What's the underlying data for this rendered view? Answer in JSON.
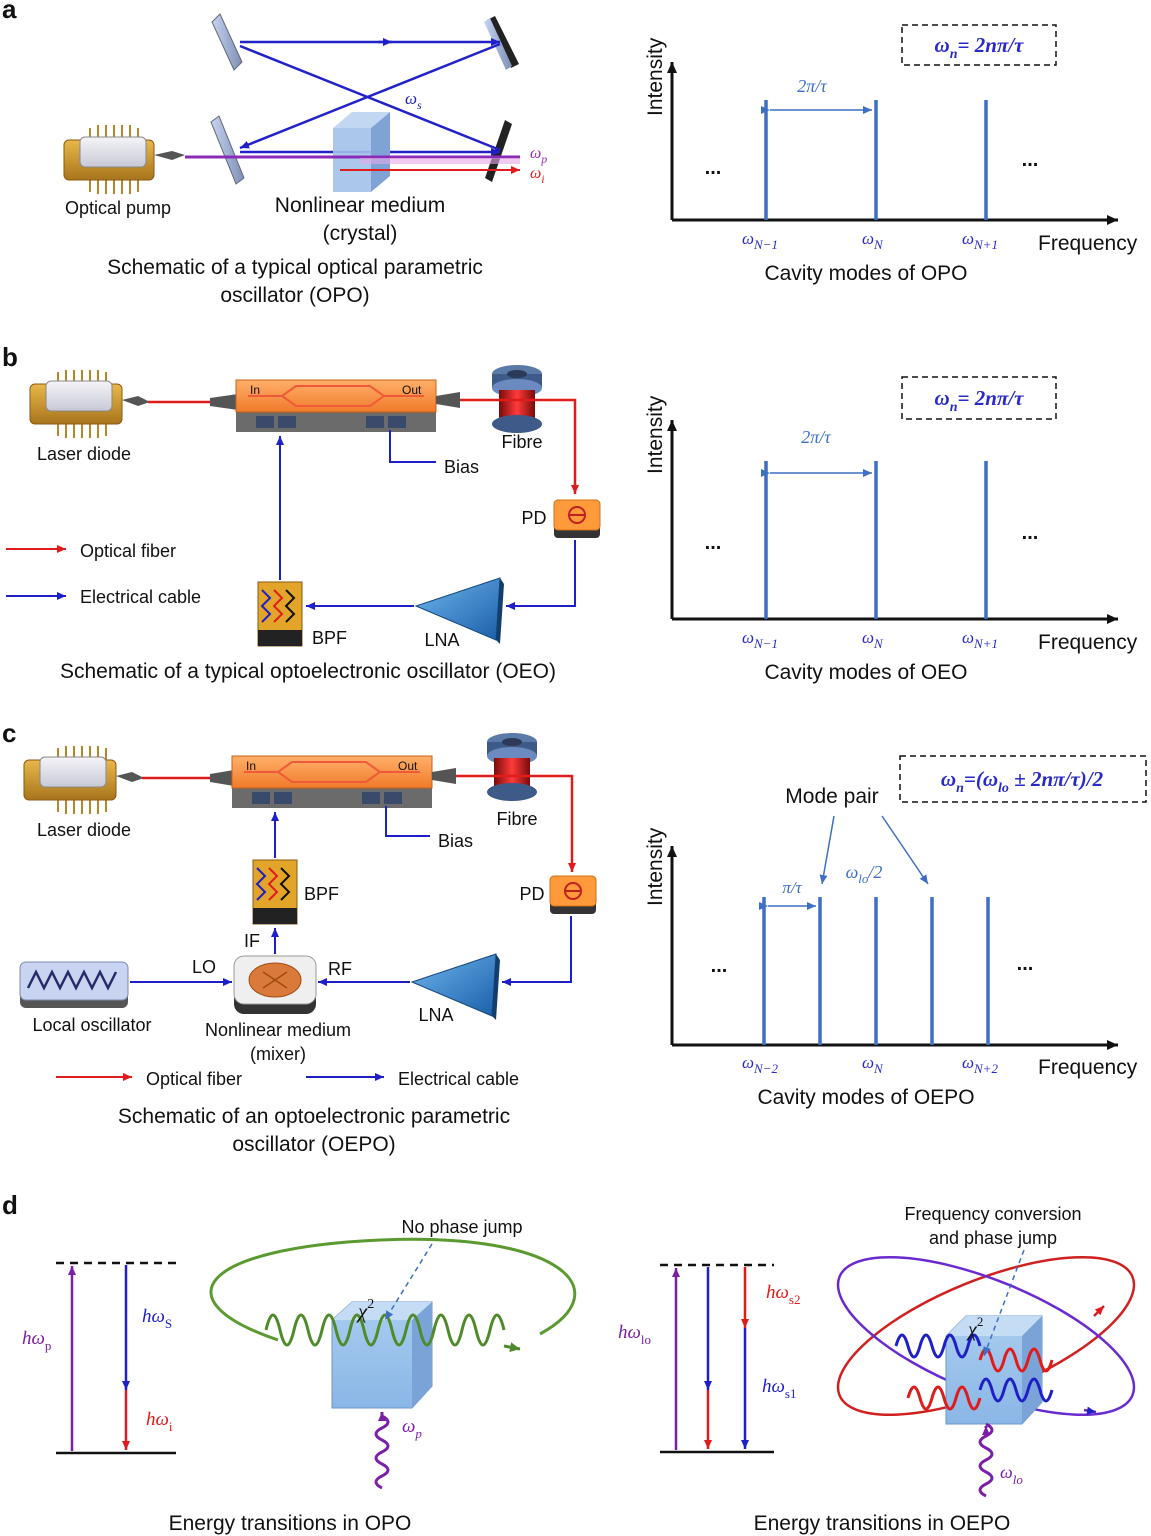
{
  "panels": {
    "a": {
      "letter": "a",
      "omega_s": "ω",
      "omega_s_sub": "s",
      "omega_p": "ω",
      "omega_p_sub": "p",
      "omega_i": "ω",
      "omega_i_sub": "i",
      "pump_label": "Optical pump",
      "medium_label_1": "Nonlinear medium",
      "medium_label_2": "(crystal)",
      "caption_1": "Schematic of a typical optical parametric",
      "caption_2": "oscillator (OPO)",
      "formula": "ωn= 2nπ/τ",
      "ylabel": "Intensity",
      "xlabel": "Frequency",
      "spacing": "2π/τ",
      "ellipsis_left": "...",
      "ellipsis_right": "...",
      "ticks": [
        {
          "base": "ω",
          "sub": "N−1"
        },
        {
          "base": "ω",
          "sub": "N"
        },
        {
          "base": "ω",
          "sub": "N+1"
        }
      ],
      "chart_caption": "Cavity modes of OPO"
    },
    "b": {
      "letter": "b",
      "laser_label": "Laser diode",
      "mod_in": "In",
      "mod_out": "Out",
      "bias": "Bias",
      "fibre": "Fibre",
      "pd": "PD",
      "legend_optical": "Optical fiber",
      "legend_electrical": "Electrical cable",
      "bpf": "BPF",
      "lna": "LNA",
      "caption": "Schematic of a typical optoelectronic oscillator (OEO)",
      "formula": "ωn= 2nπ/τ",
      "ylabel": "Intensity",
      "xlabel": "Frequency",
      "spacing": "2π/τ",
      "ellipsis_left": "...",
      "ellipsis_right": "...",
      "ticks": [
        {
          "base": "ω",
          "sub": "N−1"
        },
        {
          "base": "ω",
          "sub": "N"
        },
        {
          "base": "ω",
          "sub": "N+1"
        }
      ],
      "chart_caption": "Cavity modes of OEO"
    },
    "c": {
      "letter": "c",
      "laser_label": "Laser diode",
      "mod_in": "In",
      "mod_out": "Out",
      "bias": "Bias",
      "fibre": "Fibre",
      "pd": "PD",
      "bpf": "BPF",
      "if": "IF",
      "lo": "LO",
      "rf": "RF",
      "lna": "LNA",
      "local_osc": "Local oscillator",
      "mixer_1": "Nonlinear medium",
      "mixer_2": "(mixer)",
      "legend_optical": "Optical fiber",
      "legend_electrical": "Electrical cable",
      "caption_1": "Schematic of an optoelectronic parametric",
      "caption_2": "oscillator (OEPO)",
      "formula": "ωn=(ωlo ± 2nπ/τ)/2",
      "mode_pair": "Mode pair",
      "half_spacing": "π/τ",
      "lo_half": "ωlo/2",
      "ylabel": "Intensity",
      "xlabel": "Frequency",
      "ellipsis_left": "...",
      "ellipsis_right": "...",
      "ticks": [
        {
          "base": "ω",
          "sub": "N−2"
        },
        {
          "base": "ω",
          "sub": "N"
        },
        {
          "base": "ω",
          "sub": "N+2"
        }
      ],
      "chart_caption": "Cavity modes of OEPO"
    },
    "d": {
      "letter": "d",
      "opo": {
        "h_p": "hω",
        "h_p_sub": "p",
        "h_s": "hω",
        "h_s_sub": "S",
        "h_i": "hω",
        "h_i_sub": "i",
        "chi": "χ",
        "chi_sup": "2",
        "annotation": "No phase jump",
        "pump": "ω",
        "pump_sub": "p",
        "caption": "Energy transitions in OPO"
      },
      "oepo": {
        "h_lo": "hω",
        "h_lo_sub": "lo",
        "h_s2": "hω",
        "h_s2_sub": "s2",
        "h_s1": "hω",
        "h_s1_sub": "s1",
        "chi": "χ",
        "chi_sup": "2",
        "annotation_1": "Frequency conversion",
        "annotation_2": "and phase jump",
        "pump": "ω",
        "pump_sub": "lo",
        "caption": "Energy transitions in OEPO"
      }
    }
  },
  "colors": {
    "optical": "#e01b1b",
    "electrical": "#1f1fc8",
    "mode_line": "#3d6fc4",
    "formula": "#2a2ac8",
    "pump": "#7a1fa8",
    "green": "#4f8a2b"
  }
}
